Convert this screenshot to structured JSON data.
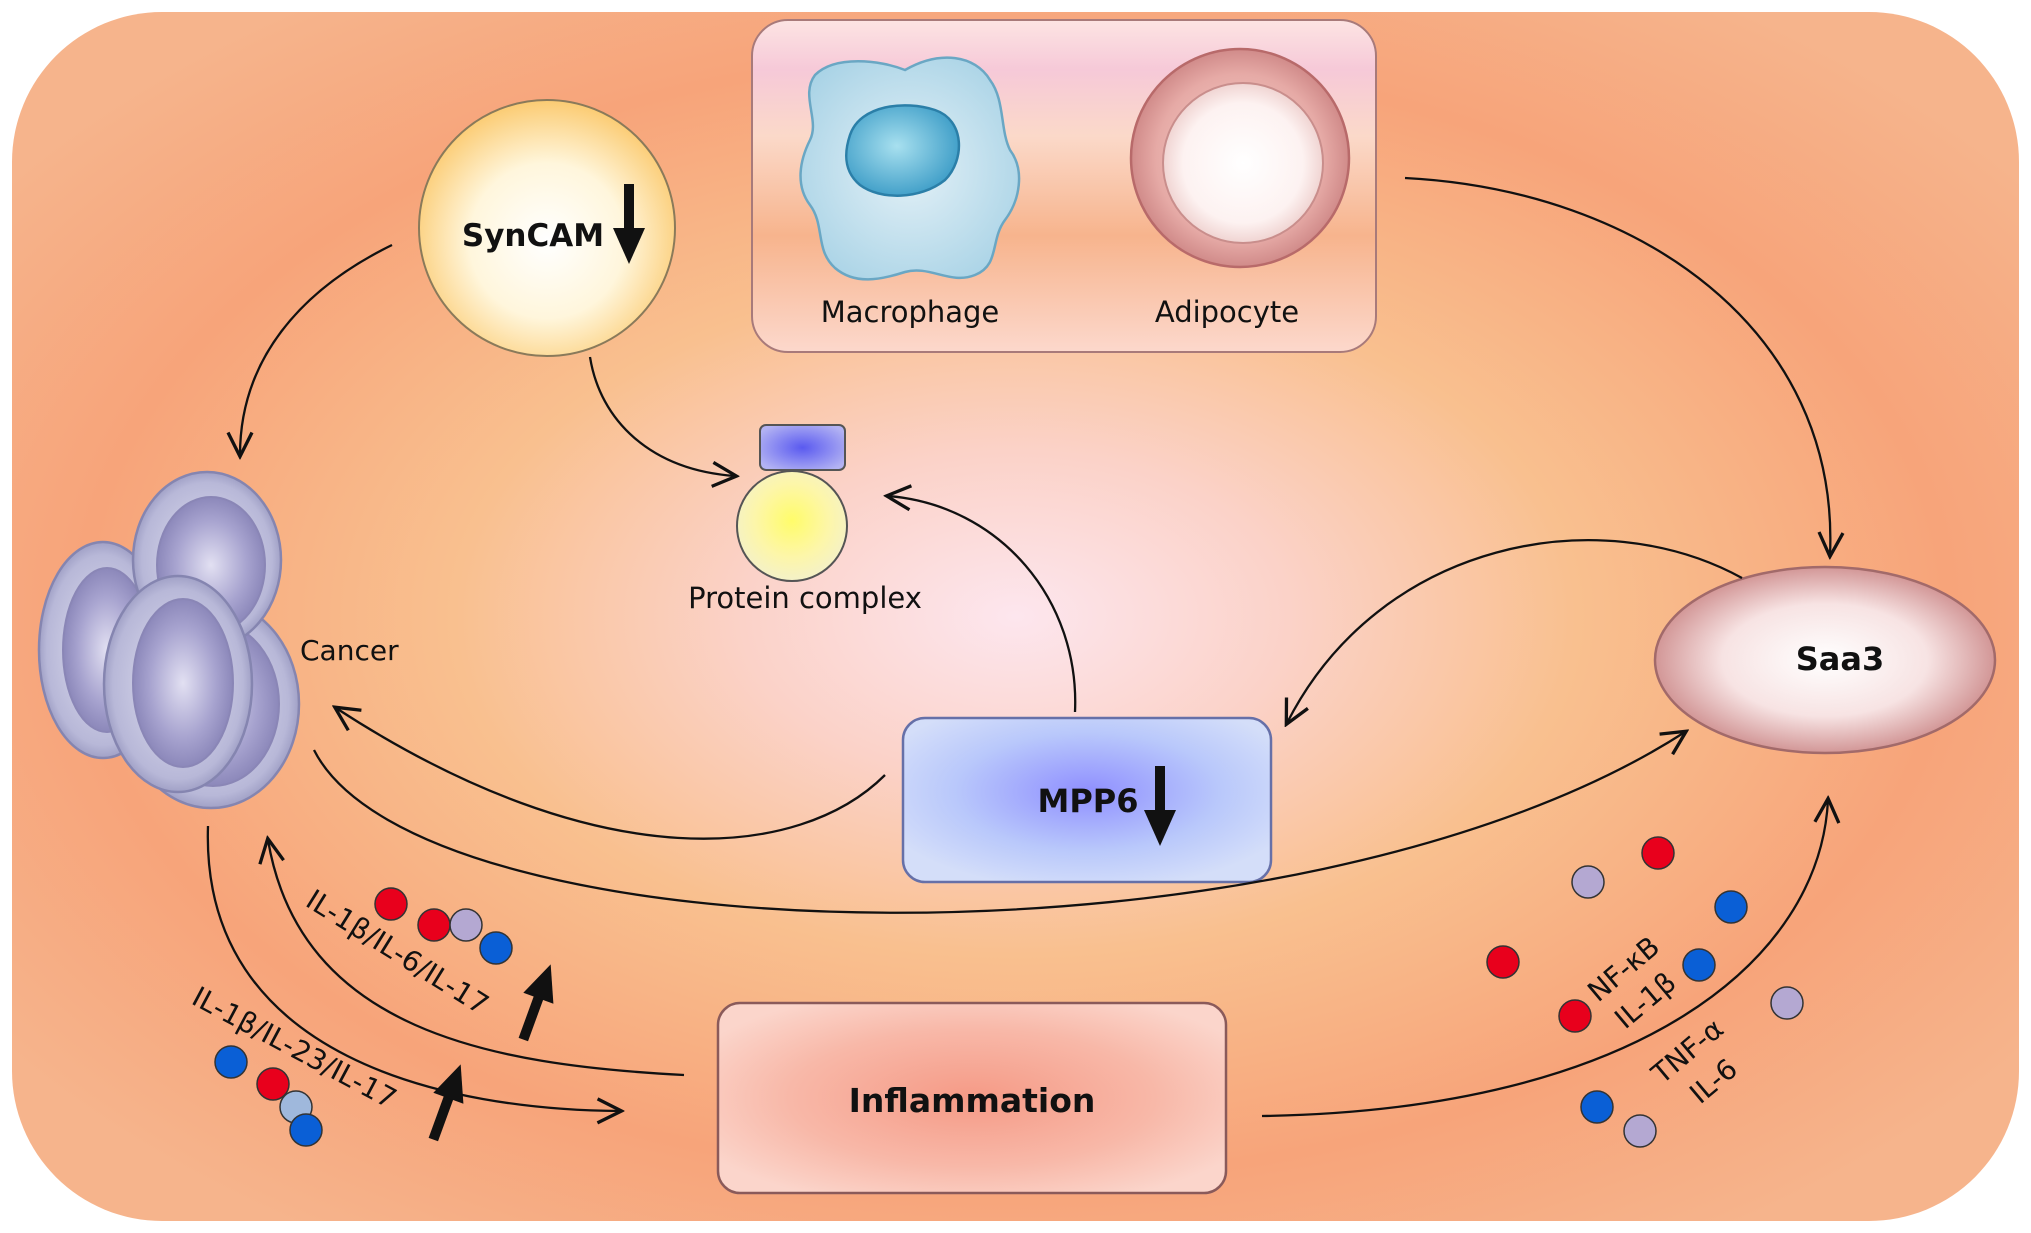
{
  "labels": {
    "syncam": "SynCAM",
    "macrophage": "Macrophage",
    "adipocyte": "Adipocyte",
    "protein_complex": "Protein complex",
    "cancer": "Cancer",
    "saa3": "Saa3",
    "mpp6": "MPP6",
    "inflammation": "Inflammation",
    "cytokines_upper": "IL-1β/IL-6/IL-17",
    "cytokines_lower": "IL-1β/IL-23/IL-17",
    "nfkb": "NF-κB",
    "il1b": "IL-1β",
    "tnfa": "TNF-α",
    "il6": "IL-6"
  },
  "colors": {
    "molecule_red": "#e8001c",
    "molecule_blue": "#0a5fd6",
    "molecule_lavender": "#b4a8d2",
    "molecule_light_blue": "#9fb8dc",
    "background_center": "#fde4ea",
    "background_edge": "#f7a27a"
  },
  "icons": {
    "down_arrow": "down-arrow-icon",
    "up_arrow": "up-arrow-icon"
  }
}
